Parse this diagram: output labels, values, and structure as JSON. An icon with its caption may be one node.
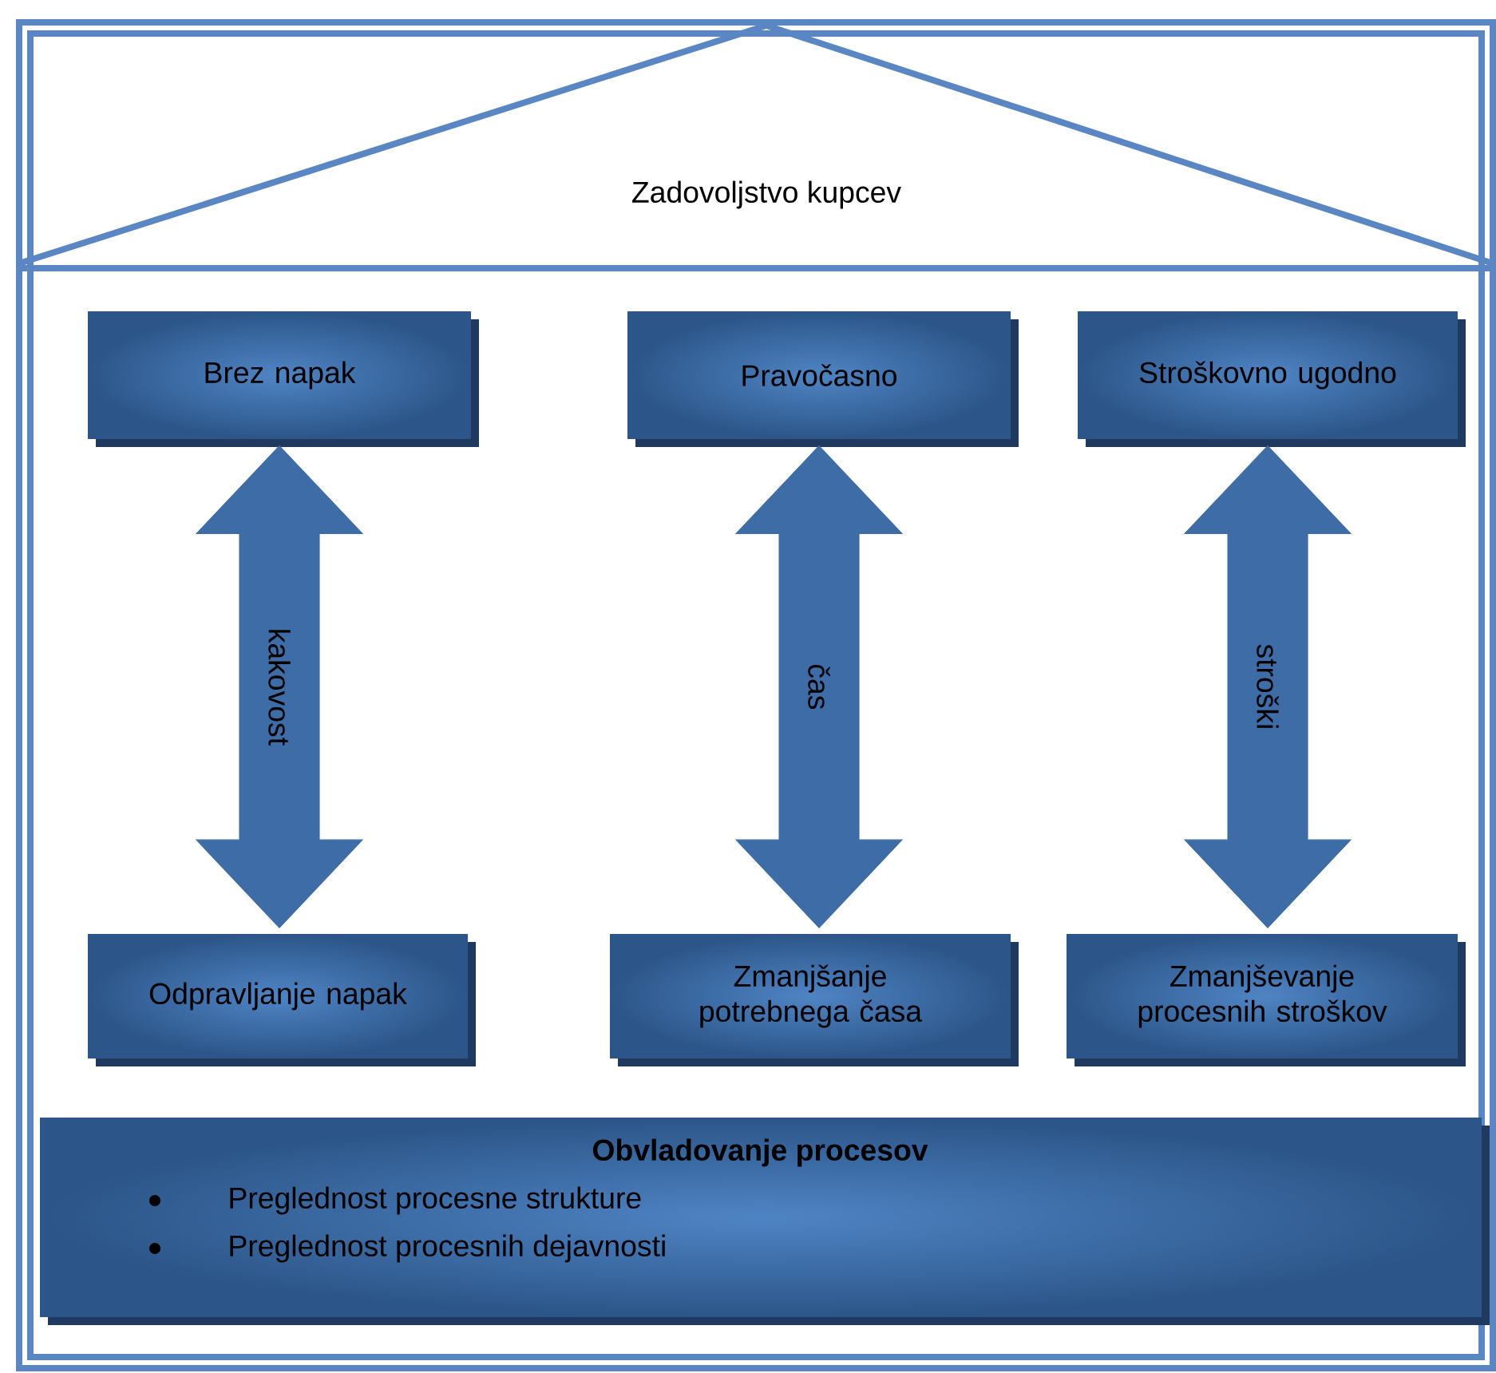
{
  "diagram": {
    "nodes": [
      {
        "text": [
          "Zadovoljstvo kupcev"
        ]
      },
      {
        "text": [
          "Brez napak"
        ]
      },
      {
        "text": [
          "Pravočasno"
        ]
      },
      {
        "text": [
          "Stroškovno ugodno"
        ]
      },
      {
        "text": [
          "Odpravljanje napak"
        ]
      },
      {
        "text": [
          "Zmanjšanje potrebnega časa"
        ]
      },
      {
        "text": [
          "Zmanjševanje procesnih stroškov"
        ]
      },
      {
        "text": [
          "Obvladovanje procesov",
          "Preglednost procesne strukture",
          "Preglednost procesnih dejavnosti"
        ]
      }
    ],
    "edges": [
      {
        "from": 1,
        "to": 4,
        "arrow": "both",
        "label": "kakovost",
        "style": "thick"
      },
      {
        "from": 2,
        "to": 5,
        "arrow": "both",
        "label": "čas",
        "style": "thick"
      },
      {
        "from": 3,
        "to": 6,
        "arrow": "both",
        "label": "stroški",
        "style": "thick"
      }
    ]
  }
}
